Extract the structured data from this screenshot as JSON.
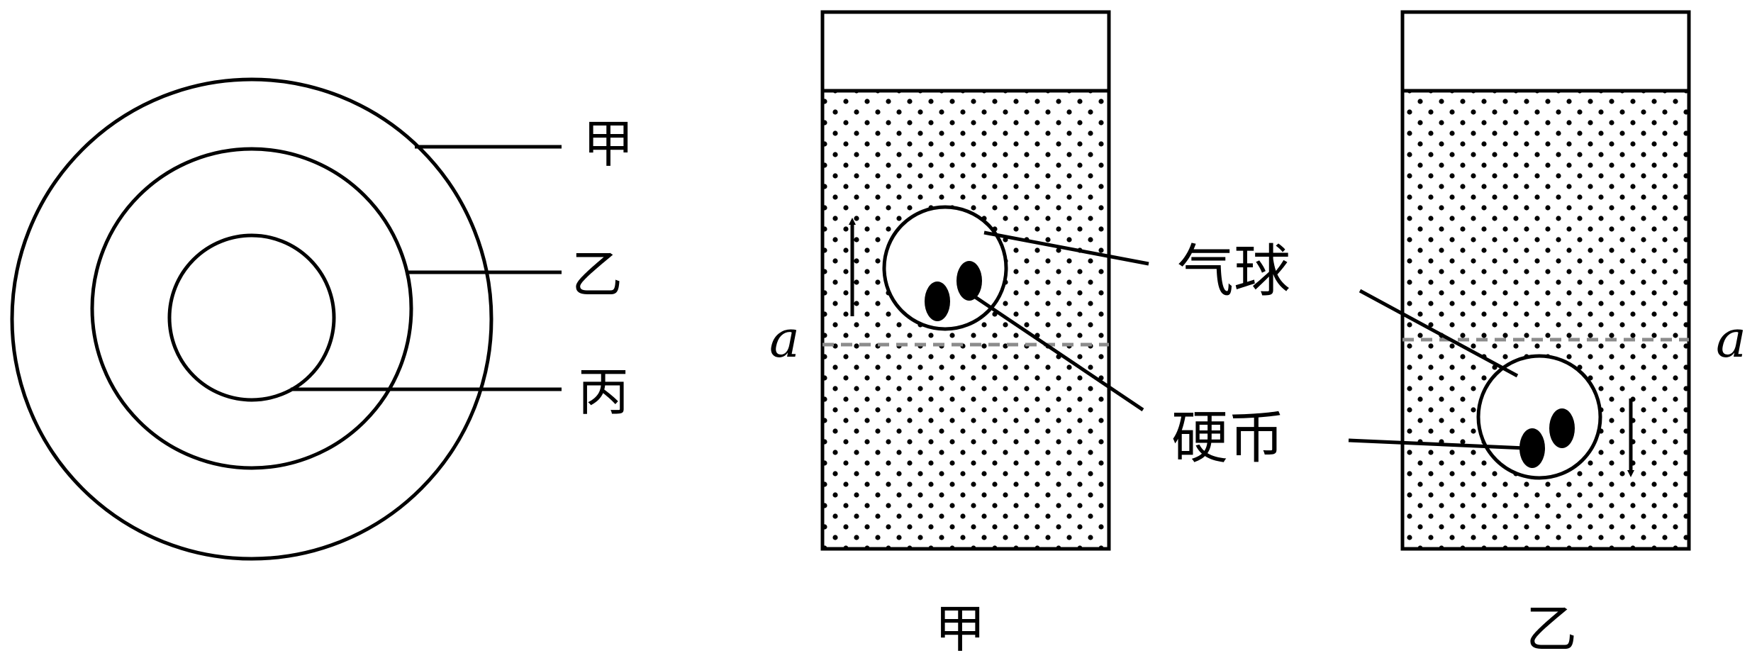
{
  "left_figure": {
    "labels": {
      "outer": "甲",
      "middle": "乙",
      "inner": "丙"
    }
  },
  "right_figure": {
    "beaker_left": {
      "caption": "甲",
      "level_label": "a",
      "motion": "up"
    },
    "beaker_right": {
      "caption": "乙",
      "level_label": "a",
      "motion": "down"
    },
    "labels": {
      "balloon": "气球",
      "coin": "硬币"
    }
  },
  "colors": {
    "ink": "#000000",
    "dashed_level": "#8c8c8c",
    "background": "#ffffff"
  }
}
